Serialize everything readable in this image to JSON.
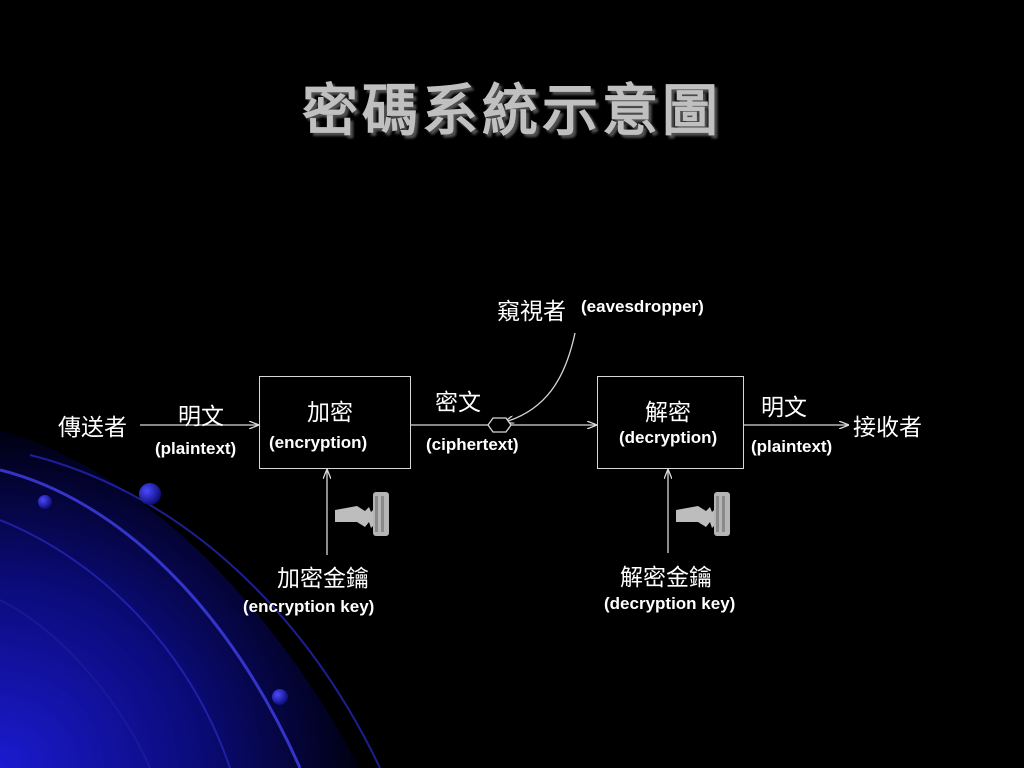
{
  "title": "密碼系統示意圖",
  "diagram": {
    "sender": "傳送者",
    "receiver": "接收者",
    "plaintext_left_zh": "明文",
    "plaintext_left_en": "(plaintext)",
    "encryption_zh": "加密",
    "encryption_en": "(encryption)",
    "ciphertext_zh": "密文",
    "ciphertext_en": "(ciphertext)",
    "eavesdropper_zh": "窺視者",
    "eavesdropper_en": "(eavesdropper)",
    "decryption_zh": "解密",
    "decryption_en": "(decryption)",
    "plaintext_right_zh": "明文",
    "plaintext_right_en": "(plaintext)",
    "enc_key_zh": "加密金鑰",
    "enc_key_en": "(encryption key)",
    "dec_key_zh": "解密金鑰",
    "dec_key_en": "(decryption key)"
  },
  "icons": [
    "key-icon",
    "key-icon"
  ],
  "colors": {
    "background": "#000000",
    "accent_blue": "#1a1ab0",
    "title": "#c0c0c0",
    "line": "#d8d8d8"
  }
}
